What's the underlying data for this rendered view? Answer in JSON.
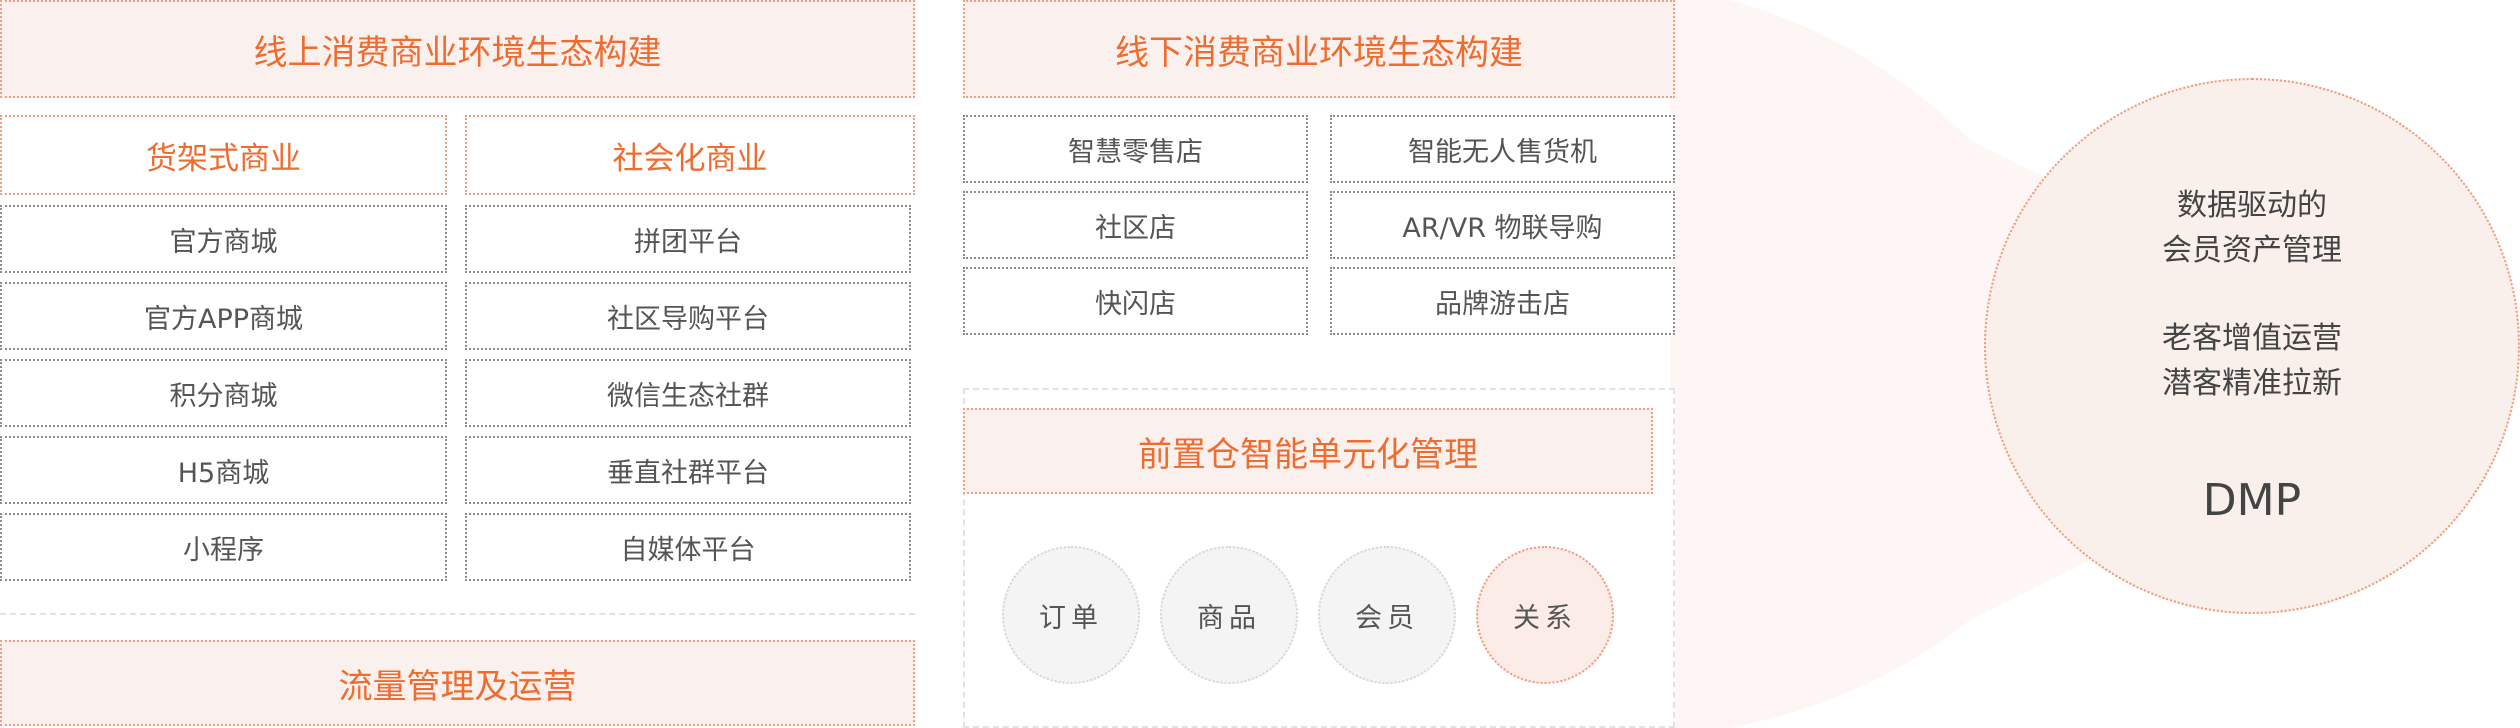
{
  "online": {
    "title": "线上消费商业环境生态构建",
    "shelf": {
      "title": "货架式商业",
      "items": [
        "官方商城",
        "官方APP商城",
        "积分商城",
        "H5商城",
        "小程序"
      ]
    },
    "social": {
      "title": "社会化商业",
      "items": [
        "拼团平台",
        "社区导购平台",
        "微信生态社群",
        "垂直社群平台",
        "自媒体平台"
      ]
    },
    "traffic": "流量管理及运营"
  },
  "offline": {
    "title": "线下消费商业环境生态构建",
    "left_items": [
      "智慧零售店",
      "社区店",
      "快闪店"
    ],
    "right_items": [
      "智能无人售货机",
      "AR/VR 物联导购",
      "品牌游击店"
    ],
    "warehouse": "前置仓智能单元化管理",
    "circles": [
      "订单",
      "商品",
      "会员",
      "关系"
    ]
  },
  "dmp": {
    "line1": "数据驱动的",
    "line2": "会员资产管理",
    "line3": "老客增值运营",
    "line4": "潜客精准拉新",
    "label": "DMP"
  },
  "colors": {
    "accent": "#ef6c2f",
    "header_bg": "#faf1ef",
    "dmp_bg": "#f9efeb"
  }
}
